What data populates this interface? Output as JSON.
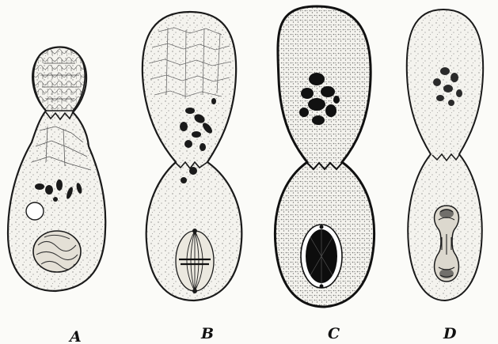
{
  "figure": {
    "panels": [
      {
        "id": "A",
        "label": "A",
        "stage": "bud-with-reticulate-cap"
      },
      {
        "id": "B",
        "label": "B",
        "stage": "constricted-with-spindle"
      },
      {
        "id": "C",
        "label": "C",
        "stage": "constricted-dark-nucleus"
      },
      {
        "id": "D",
        "label": "D",
        "stage": "constricted-dumbbell-nucleus"
      }
    ],
    "colors": {
      "ink": "#1a1a1a",
      "paper": "#fbfbf8",
      "cell_fill": "#f4f3ee",
      "dark_fill": "#0d0d0d"
    }
  }
}
